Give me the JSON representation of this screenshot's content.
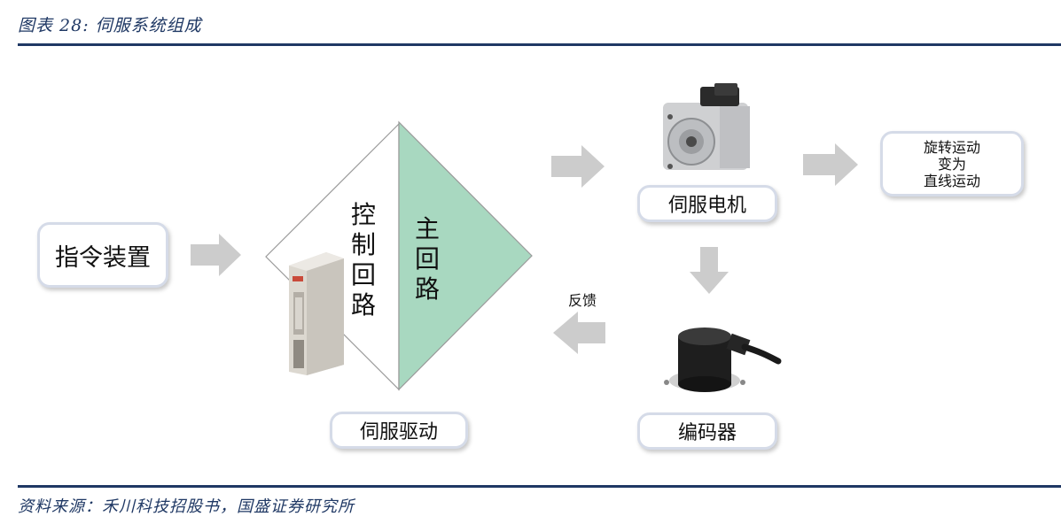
{
  "header": {
    "figure_title": "图表 28:  伺服系统组成"
  },
  "footer": {
    "source": "资料来源：禾川科技招股书，国盛证券研究所"
  },
  "diagram": {
    "command_device": "指令装置",
    "control_loop": [
      "控",
      "制",
      "回",
      "路"
    ],
    "main_loop": [
      "主",
      "回",
      "路"
    ],
    "servo_drive": "伺服驱动",
    "servo_motor": "伺服电机",
    "encoder": "编码器",
    "rotation_lines": [
      "旋转运动",
      "变为",
      "直线运动"
    ],
    "feedback": "反馈",
    "colors": {
      "accent_green": "#a8d8c0",
      "arrow_gray": "#cccccc",
      "rule_blue": "#1f3864"
    }
  }
}
